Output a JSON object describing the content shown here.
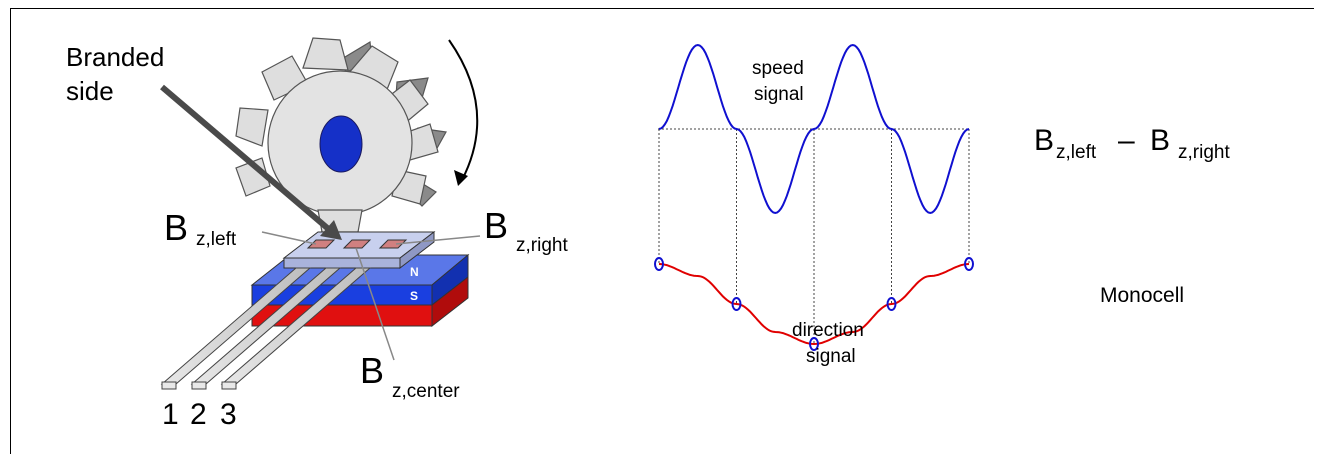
{
  "labels": {
    "branded": [
      "Branded",
      "side"
    ],
    "b_left": {
      "main": "B",
      "sub": "z,left"
    },
    "b_right": {
      "main": "B",
      "sub": "z,right"
    },
    "b_center": {
      "main": "B",
      "sub": "z,center"
    },
    "magnet_n": "N",
    "magnet_s": "S",
    "pins": [
      "1",
      "2",
      "3"
    ],
    "speed_signal": [
      "speed",
      "signal"
    ],
    "direction_signal": [
      "direction",
      "signal"
    ],
    "formula": {
      "b1": "B",
      "s1": "z,left",
      "op": "–",
      "b2": "B",
      "s2": "z,right"
    },
    "monocell": "Monocell"
  },
  "colors": {
    "speed_wave": "#1010d0",
    "direction_wave": "#e00000",
    "hub": "#1530c8",
    "gear": "#e0e0e0",
    "magnet_blue": "#1a3fe0",
    "magnet_red": "#e01010",
    "chip": "#c8d0ee",
    "hall_element": "#d08080"
  },
  "chart_data": {
    "type": "line",
    "series": [
      {
        "values": [
          0,
          1,
          0,
          -1,
          0,
          1,
          0,
          -1,
          0
        ]
      },
      {
        "values": [
          1,
          0.7,
          0,
          -0.7,
          -1,
          -0.7,
          0,
          0.7,
          1
        ]
      }
    ]
  }
}
